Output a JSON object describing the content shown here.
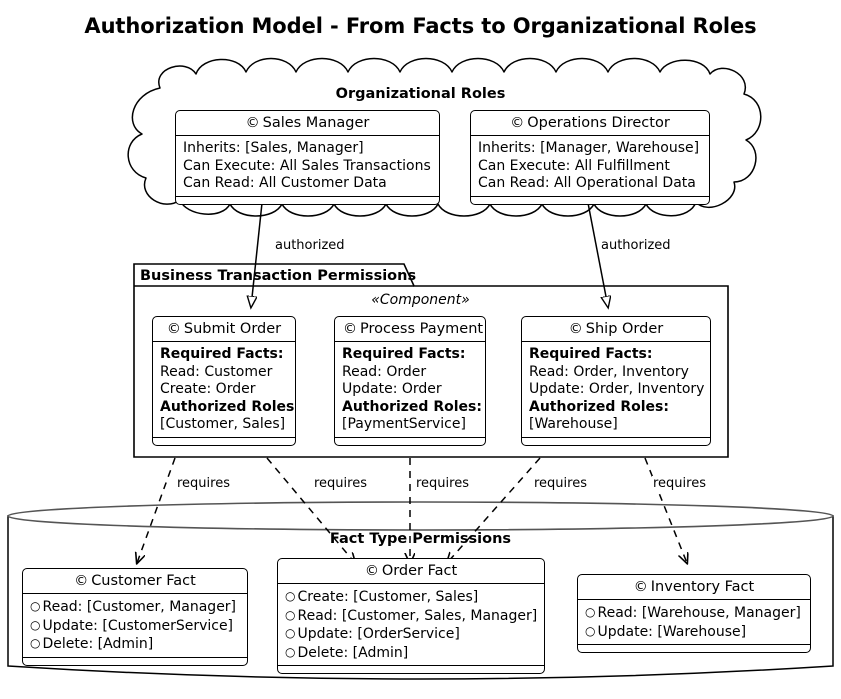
{
  "title": "Authorization Model - From Facts to Organizational Roles",
  "class_icon": "©",
  "bullet_icon": "○",
  "colors": {
    "stroke": "#000000",
    "fill": "#ffffff",
    "cylinder_edge": "#555555"
  },
  "cloud": {
    "name": "Organizational Roles",
    "caption": "Organizational Roles",
    "classes": [
      {
        "name": "Sales Manager",
        "lines": [
          {
            "text": "Inherits: [Sales, Manager]",
            "bold": false,
            "bullet": false
          },
          {
            "text": "Can Execute: All Sales Transactions",
            "bold": false,
            "bullet": false
          },
          {
            "text": "Can Read: All Customer Data",
            "bold": false,
            "bullet": false
          }
        ]
      },
      {
        "name": "Operations Director",
        "lines": [
          {
            "text": "Inherits: [Manager, Warehouse]",
            "bold": false,
            "bullet": false
          },
          {
            "text": "Can Execute: All Fulfillment",
            "bold": false,
            "bullet": false
          },
          {
            "text": "Can Read: All Operational Data",
            "bold": false,
            "bullet": false
          }
        ]
      }
    ]
  },
  "package": {
    "name": "Business Transaction Permissions",
    "caption": "Business Transaction Permissions",
    "stereotype": "«Component»",
    "classes": [
      {
        "name": "Submit Order",
        "lines": [
          {
            "text": "Required Facts:",
            "bold": true,
            "bullet": false
          },
          {
            "text": "Read: Customer",
            "bold": false,
            "bullet": false
          },
          {
            "text": "Create: Order",
            "bold": false,
            "bullet": false
          },
          {
            "text": "Authorized Roles:",
            "bold": true,
            "bullet": false
          },
          {
            "text": "[Customer, Sales]",
            "bold": false,
            "bullet": false
          }
        ]
      },
      {
        "name": "Process Payment",
        "lines": [
          {
            "text": "Required Facts:",
            "bold": true,
            "bullet": false
          },
          {
            "text": "Read: Order",
            "bold": false,
            "bullet": false
          },
          {
            "text": "Update: Order",
            "bold": false,
            "bullet": false
          },
          {
            "text": "Authorized Roles:",
            "bold": true,
            "bullet": false
          },
          {
            "text": "[PaymentService]",
            "bold": false,
            "bullet": false
          }
        ]
      },
      {
        "name": "Ship Order",
        "lines": [
          {
            "text": "Required Facts:",
            "bold": true,
            "bullet": false
          },
          {
            "text": "Read: Order, Inventory",
            "bold": false,
            "bullet": false
          },
          {
            "text": "Update: Order, Inventory",
            "bold": false,
            "bullet": false
          },
          {
            "text": "Authorized Roles:",
            "bold": true,
            "bullet": false
          },
          {
            "text": "[Warehouse]",
            "bold": false,
            "bullet": false
          }
        ]
      }
    ]
  },
  "database": {
    "name": "Fact Type Permissions",
    "caption": "Fact Type Permissions",
    "classes": [
      {
        "name": "Customer Fact",
        "lines": [
          {
            "text": "Read: [Customer, Manager]",
            "bold": false,
            "bullet": true
          },
          {
            "text": "Update: [CustomerService]",
            "bold": false,
            "bullet": true
          },
          {
            "text": "Delete: [Admin]",
            "bold": false,
            "bullet": true
          }
        ]
      },
      {
        "name": "Order Fact",
        "lines": [
          {
            "text": "Create: [Customer, Sales]",
            "bold": false,
            "bullet": true
          },
          {
            "text": "Read: [Customer, Sales, Manager]",
            "bold": false,
            "bullet": true
          },
          {
            "text": "Update: [OrderService]",
            "bold": false,
            "bullet": true
          },
          {
            "text": "Delete: [Admin]",
            "bold": false,
            "bullet": true
          }
        ]
      },
      {
        "name": "Inventory Fact",
        "lines": [
          {
            "text": "Read: [Warehouse, Manager]",
            "bold": false,
            "bullet": true
          },
          {
            "text": "Update: [Warehouse]",
            "bold": false,
            "bullet": true
          }
        ]
      }
    ]
  },
  "edges": {
    "authorized_labels": [
      "authorized",
      "authorized"
    ],
    "requires_labels": [
      "requires",
      "requires",
      "requires",
      "requires",
      "requires"
    ]
  }
}
